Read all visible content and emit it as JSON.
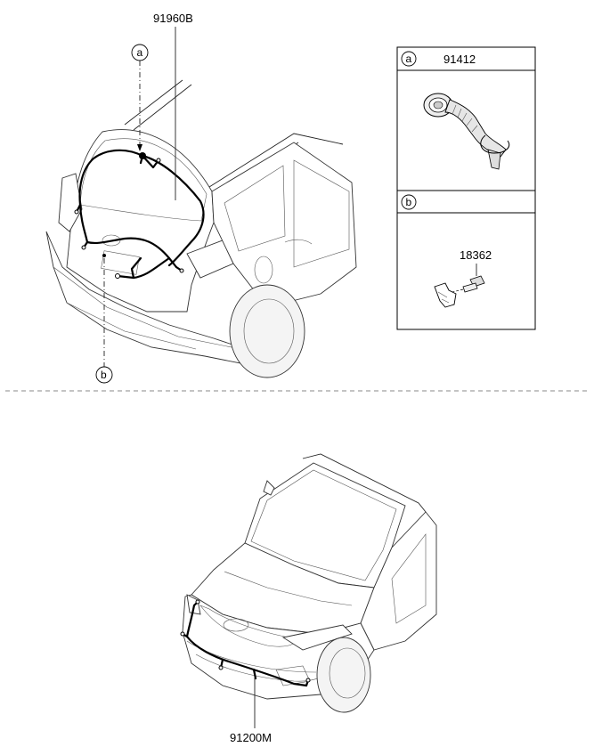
{
  "parts": {
    "rear_harness": "91960B",
    "front_harness": "91200M",
    "grommet": "91412",
    "bolt": "18362"
  },
  "callouts": {
    "a": "a",
    "b": "b"
  },
  "detail_panel": {
    "a_letter": "a",
    "a_part": "91412",
    "b_letter": "b",
    "b_part": "18362"
  }
}
